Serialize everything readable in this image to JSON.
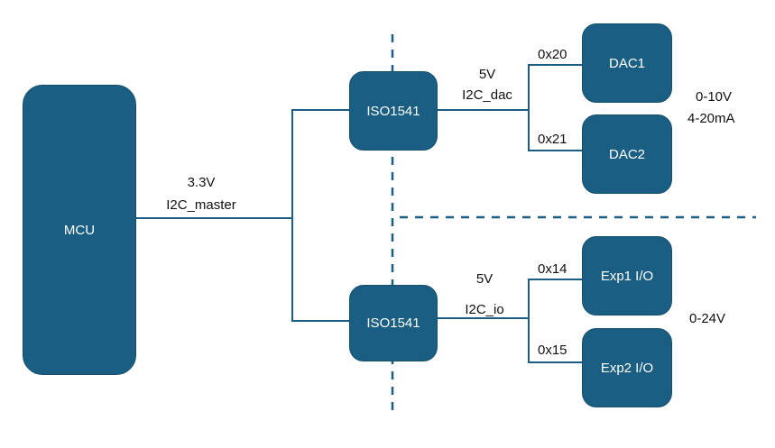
{
  "blocks": {
    "mcu": "MCU",
    "iso_top": "ISO1541",
    "iso_bottom": "ISO1541",
    "dac1": "DAC1",
    "dac2": "DAC2",
    "exp1": "Exp1 I/O",
    "exp2": "Exp2 I/O"
  },
  "labels": {
    "master_voltage": "3.3V",
    "master_bus": "I2C_master",
    "dac_voltage": "5V",
    "dac_bus": "I2C_dac",
    "io_voltage": "5V",
    "io_bus": "I2C_io",
    "addr_dac1": "0x20",
    "addr_dac2": "0x21",
    "addr_exp1": "0x14",
    "addr_exp2": "0x15",
    "dac_range_voltage": "0-10V",
    "dac_range_current": "4-20mA",
    "io_range": "0-24V"
  },
  "colors": {
    "block_fill": "#1a5f83",
    "wire": "#1a5f83"
  }
}
